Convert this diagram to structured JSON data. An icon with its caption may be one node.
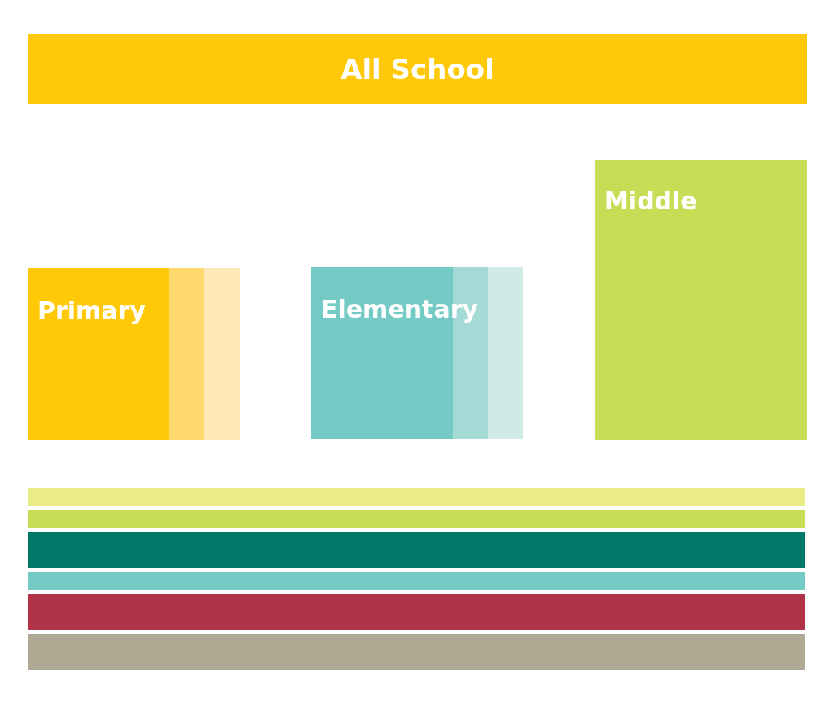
{
  "diagram": {
    "nodes": [
      {
        "text": [
          "All School"
        ]
      },
      {
        "text": [
          "Primary"
        ]
      },
      {
        "text": [],
        "shape": "bar"
      },
      {
        "text": [],
        "shape": "bar"
      },
      {
        "text": [
          "Elementary"
        ]
      },
      {
        "text": [],
        "shape": "bar"
      },
      {
        "text": [],
        "shape": "bar"
      },
      {
        "text": [
          "Middle"
        ]
      },
      {
        "text": [],
        "shape": "bar"
      },
      {
        "text": [],
        "shape": "bar"
      },
      {
        "text": [],
        "shape": "bar"
      },
      {
        "text": [],
        "shape": "bar"
      },
      {
        "text": [],
        "shape": "bar"
      },
      {
        "text": [],
        "shape": "bar"
      }
    ]
  }
}
